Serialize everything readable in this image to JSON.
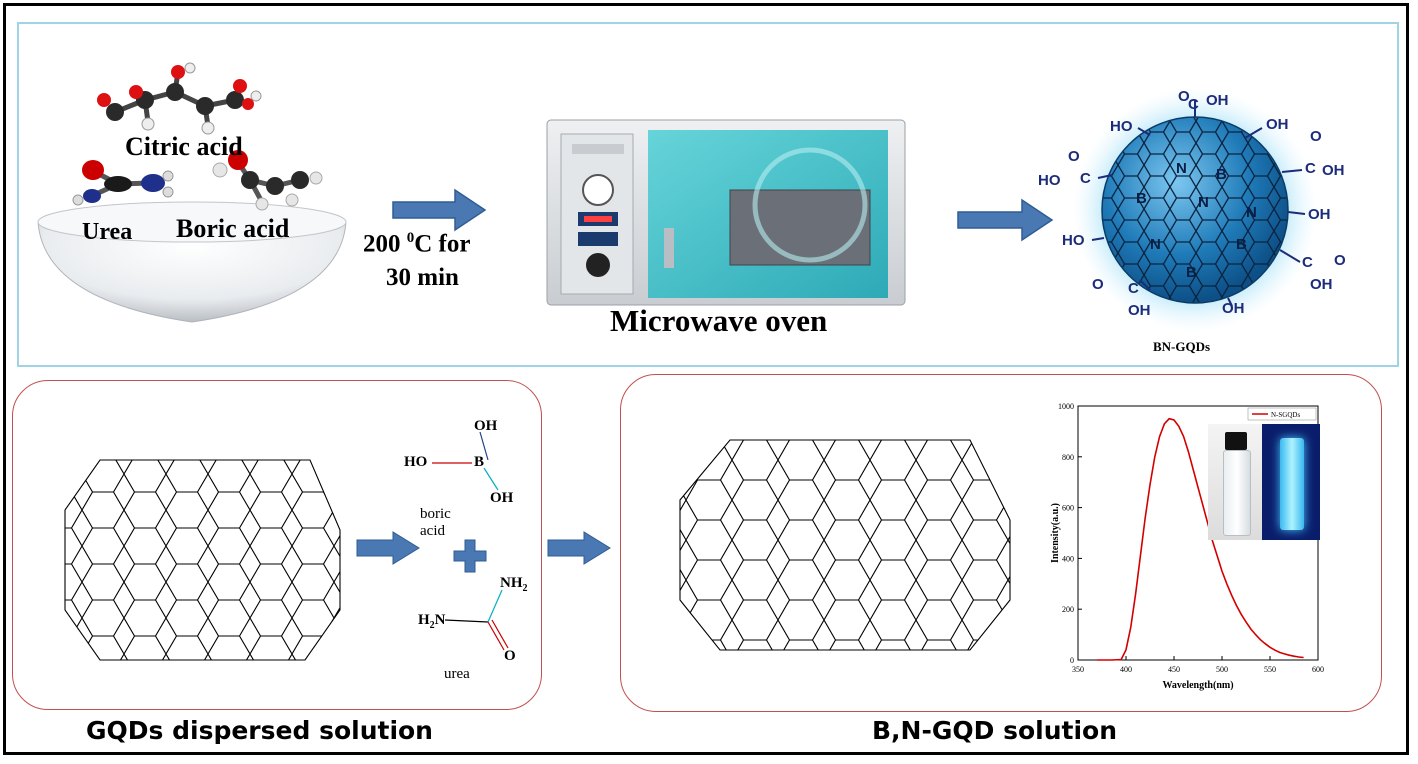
{
  "top": {
    "citric_acid": "Citric acid",
    "urea": "Urea",
    "boric_acid": "Boric acid",
    "condition_line1": "200 ",
    "condition_sup": "0",
    "condition_c": "C for",
    "condition_line2": "30 min",
    "oven_label": "Microwave oven",
    "product_label": "BN-GQDs",
    "product_groups": {
      "cooh": "C",
      "oh": "OH",
      "ho": "HO",
      "o": "O",
      "n": "N",
      "b": "B"
    }
  },
  "bottom_left": {
    "reagent_ho": "HO",
    "reagent_b": "B",
    "reagent_oh": "OH",
    "reagent_boric_acid": "boric acid",
    "reagent_nh2": "NH",
    "reagent_h2n": "H",
    "reagent_o": "O",
    "reagent_urea": "urea",
    "caption": "GQDs dispersed  solution"
  },
  "bottom_right": {
    "caption": "B,N-GQD   solution"
  },
  "colors": {
    "arrow": "#4a78b3",
    "box_border": "#c0504d",
    "panel_border": "#9fd4e6",
    "curve": "#d40000",
    "sphere": "#1f7bb8"
  },
  "chart_data": {
    "type": "line",
    "title": "",
    "xlabel": "Wavelength(nm)",
    "ylabel": "Intensity(a.u.)",
    "xlim": [
      350,
      600
    ],
    "ylim": [
      0,
      1000
    ],
    "x_ticks": [
      350,
      400,
      450,
      500,
      550,
      600
    ],
    "y_ticks": [
      0,
      200,
      400,
      600,
      800,
      1000
    ],
    "legend": "top-right",
    "series": [
      {
        "name": "N-SGQDs",
        "x": [
          370,
          385,
          395,
          400,
          405,
          410,
          415,
          420,
          425,
          430,
          435,
          440,
          445,
          450,
          455,
          460,
          465,
          470,
          475,
          480,
          485,
          490,
          495,
          500,
          505,
          510,
          515,
          520,
          525,
          530,
          535,
          540,
          545,
          550,
          555,
          560,
          565,
          570,
          575,
          580,
          585
        ],
        "y": [
          0,
          0,
          2,
          40,
          130,
          260,
          410,
          560,
          690,
          800,
          880,
          930,
          950,
          945,
          920,
          880,
          820,
          750,
          680,
          610,
          540,
          470,
          410,
          350,
          300,
          255,
          215,
          180,
          150,
          122,
          100,
          80,
          64,
          50,
          39,
          30,
          24,
          19,
          15,
          12,
          10
        ]
      }
    ]
  }
}
